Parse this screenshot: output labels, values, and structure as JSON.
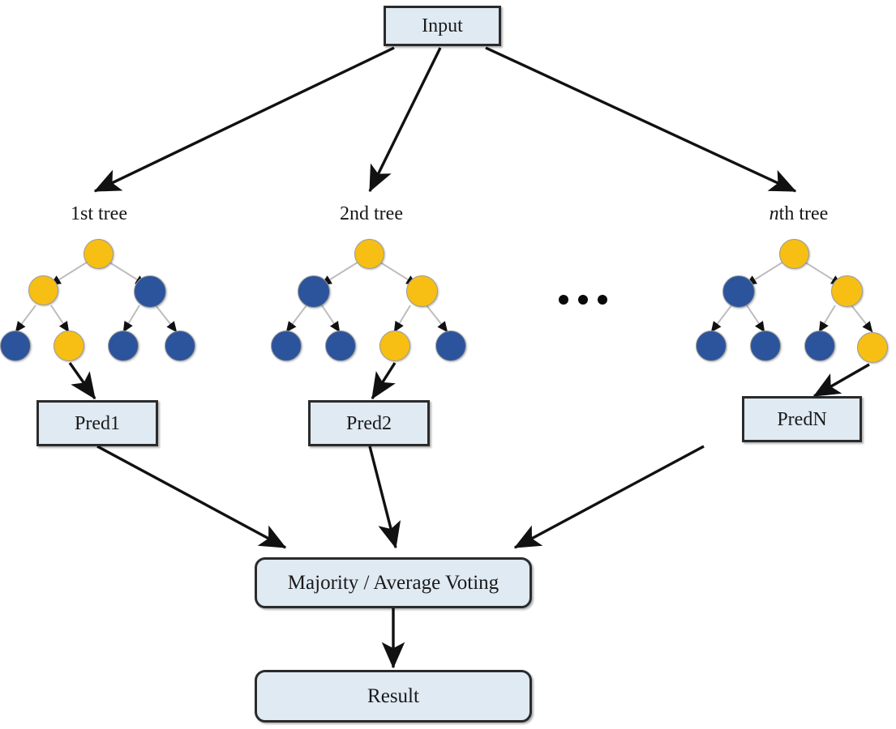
{
  "diagram": {
    "title": "Random Forest ensemble flowchart",
    "palette": {
      "box_fill": "#dfeaf3",
      "box_border": "#2b2b2b",
      "node_yellow": "#f7bf13",
      "node_blue": "#2c549c",
      "node_border": "#9a9a9a",
      "arrow": "#111111",
      "tree_edge": "#bdbdbd",
      "background": "#ffffff",
      "text": "#161616"
    },
    "input_box": {
      "label": "Input"
    },
    "trees": [
      {
        "id": "tree-1",
        "label_prefix": "1st",
        "label_suffix": " tree",
        "label_italic_prefix": false,
        "nodes": {
          "root": "yellow",
          "left": "yellow",
          "right": "blue",
          "leaves": [
            "blue",
            "yellow",
            "blue",
            "blue"
          ]
        },
        "prediction": {
          "label": "Pred1"
        },
        "highlight_leaf_index": 1
      },
      {
        "id": "tree-2",
        "label_prefix": "2nd",
        "label_suffix": " tree",
        "label_italic_prefix": false,
        "nodes": {
          "root": "yellow",
          "left": "blue",
          "right": "yellow",
          "leaves": [
            "blue",
            "blue",
            "yellow",
            "blue"
          ]
        },
        "prediction": {
          "label": "Pred2"
        },
        "highlight_leaf_index": 2
      },
      {
        "id": "tree-n",
        "label_prefix": "n",
        "label_suffix": "th tree",
        "label_italic_prefix": true,
        "nodes": {
          "root": "yellow",
          "left": "blue",
          "right": "yellow",
          "leaves": [
            "blue",
            "blue",
            "blue",
            "yellow"
          ]
        },
        "prediction": {
          "label": "PredN"
        },
        "highlight_leaf_index": 3
      }
    ],
    "ellipsis": {
      "dot_count": 3
    },
    "voting_box": {
      "label": "Majority / Average Voting"
    },
    "result_box": {
      "label": "Result"
    }
  }
}
